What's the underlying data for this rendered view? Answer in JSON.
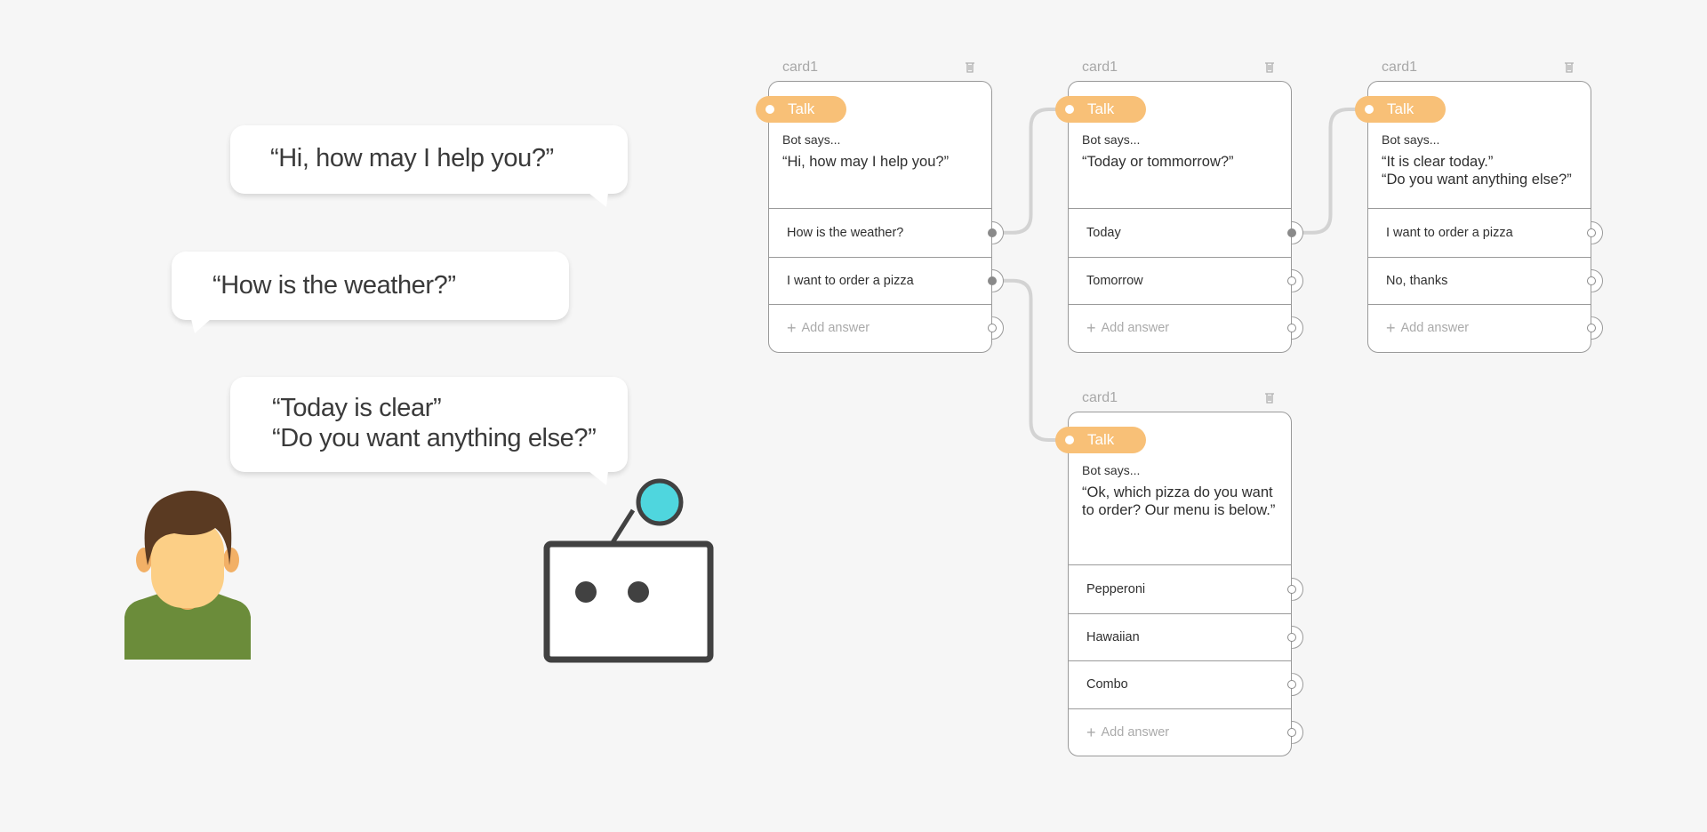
{
  "colors": {
    "background": "#f6f6f6",
    "talk_tag": "#f8c077",
    "card_border": "#9a9a9a",
    "connector": "#d3d3d3",
    "robot_antenna": "#4fd6de",
    "person_shirt": "#6b8c3a",
    "person_hair": "#5a3a22",
    "person_face": "#fccf86"
  },
  "conversation": {
    "bubbles": [
      {
        "speaker": "bot",
        "text": "“Hi, how may I help you?”"
      },
      {
        "speaker": "user",
        "text": "“How is the weather?”"
      },
      {
        "speaker": "bot",
        "text": "“Today is clear”\n“Do you want anything else?”"
      }
    ],
    "user_icon": "person-avatar-icon",
    "bot_icon": "robot-icon"
  },
  "cards": [
    {
      "title": "card1",
      "tag": "Talk",
      "says_label": "Bot says...",
      "message": "“Hi, how may I help you?”",
      "answers": [
        {
          "text": "How is the weather?",
          "connected": true
        },
        {
          "text": "I want to order a pizza",
          "connected": true
        }
      ],
      "add_label": "Add answer"
    },
    {
      "title": "card1",
      "tag": "Talk",
      "says_label": "Bot says...",
      "message": "“Today or tommorrow?”",
      "answers": [
        {
          "text": "Today",
          "connected": true
        },
        {
          "text": "Tomorrow",
          "connected": false
        }
      ],
      "add_label": "Add answer"
    },
    {
      "title": "card1",
      "tag": "Talk",
      "says_label": "Bot says...",
      "message": "“It is clear today.”\n“Do you want anything else?”",
      "answers": [
        {
          "text": "I want to order a pizza",
          "connected": false
        },
        {
          "text": "No, thanks",
          "connected": false
        }
      ],
      "add_label": "Add answer"
    },
    {
      "title": "card1",
      "tag": "Talk",
      "says_label": "Bot says...",
      "message": "“Ok, which pizza do you want\nto order? Our menu is below.”",
      "answers": [
        {
          "text": "Pepperoni",
          "connected": false
        },
        {
          "text": "Hawaiian",
          "connected": false
        },
        {
          "text": "Combo",
          "connected": false
        }
      ],
      "add_label": "Add answer"
    }
  ],
  "links": [
    {
      "from_card": 0,
      "from_answer": 0,
      "to_card": 1
    },
    {
      "from_card": 0,
      "from_answer": 1,
      "to_card": 3
    },
    {
      "from_card": 1,
      "from_answer": 0,
      "to_card": 2
    }
  ]
}
